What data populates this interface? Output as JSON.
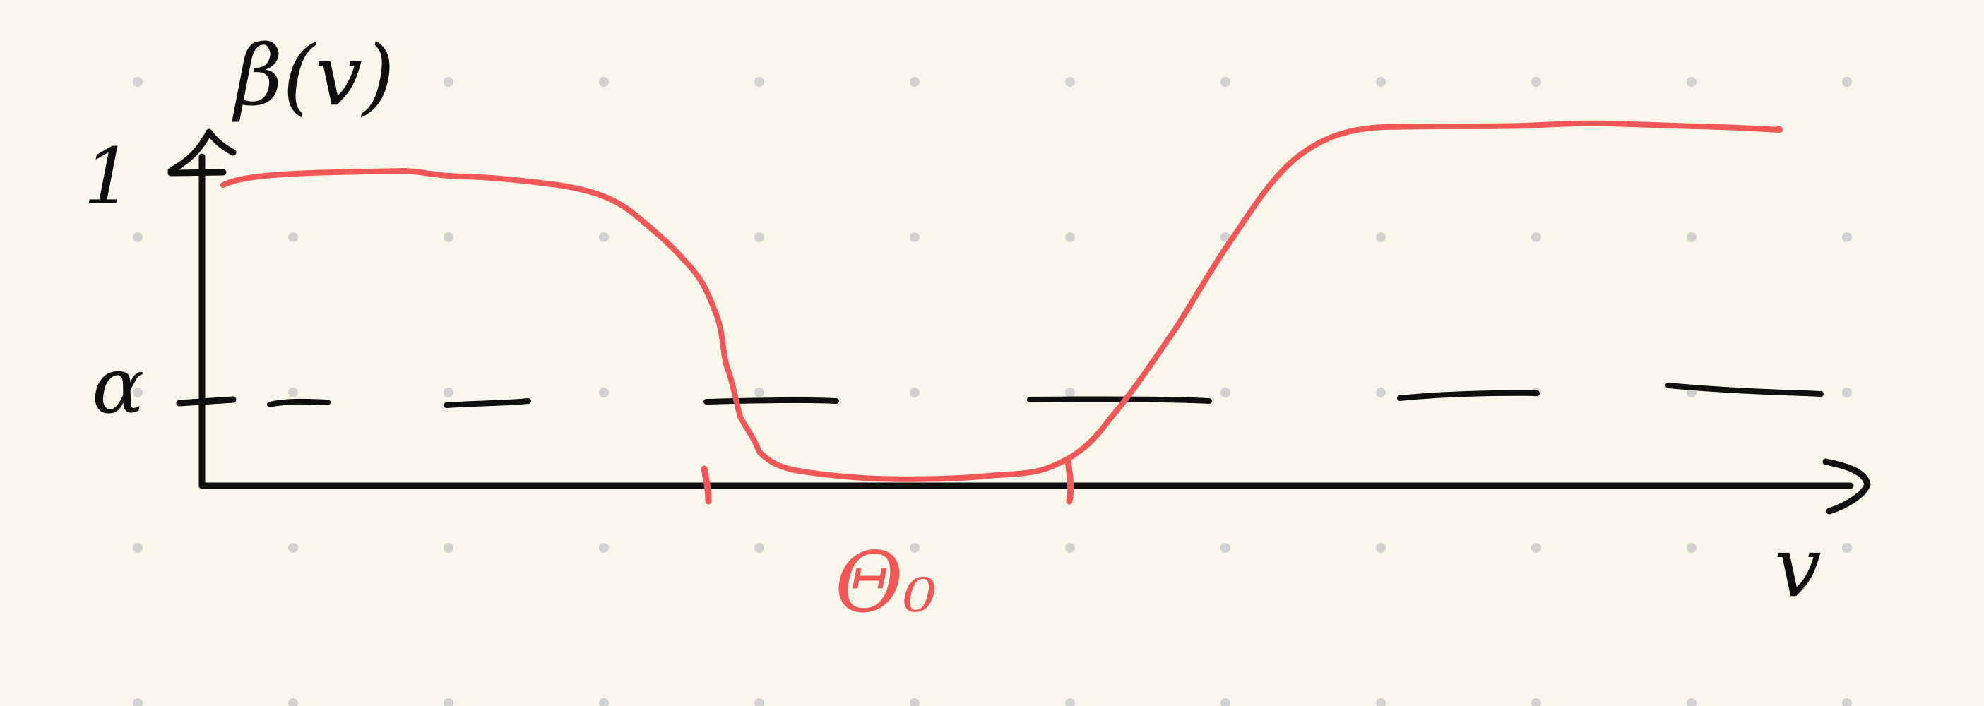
{
  "colors": {
    "background": "#f9f7ea",
    "ink": "#0f0f0f",
    "curve": "#f25757",
    "grid_dot": "#d2d2d2"
  },
  "labels": {
    "y_axis": "β(v)",
    "x_axis": "v",
    "y_tick_one": "1",
    "y_tick_alpha": "α",
    "interval": "Θ₀"
  }
}
